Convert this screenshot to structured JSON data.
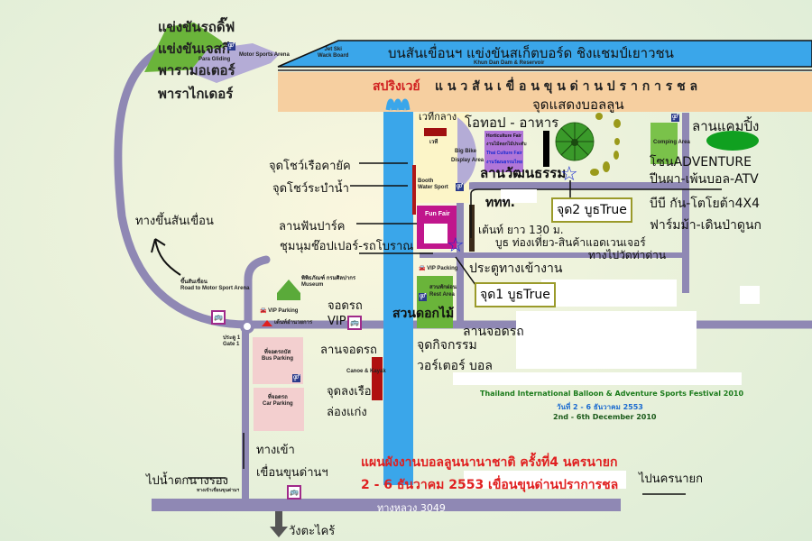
{
  "map": {
    "title_line1": "แผนผังงานบอลลูนนานาชาติ ครั้งที่4 นครนายก",
    "title_line2": "2 - 6 ธันวาคม 2553 เขื่อนขุนด่านปราการชล",
    "festival_en": "Thailand International Balloon & Adventure Sports Festival 2010",
    "festival_th_date": "วันที่ 2 - 6 ธันวาคม  2553",
    "festival_en_date": "2nd - 6th December 2010"
  },
  "top": {
    "motor_sports_labels": [
      "แข่งขันรถดิ๊ฟ",
      "แข่งขันเจสกี",
      "พารามอเตอร์",
      "พาราไกเดอร์"
    ],
    "para_gliding": "Para Gliding",
    "motor_sports_arena": "Motor Sports Arena",
    "jet_ski": "Jet Ski",
    "wake_board": "Wack Board",
    "dam_banner": "บนสันเขื่อนฯ แข่งขันสเก็ตบอร์ด ชิงแชมป์เยาวชน",
    "dam_banner_en": "Khun Dan Dam & Reservoir",
    "spillway": "สปริงเวย์",
    "dam_line": "แ น ว สั น เ ขื่ อ น ขุ น ด่ า น ป ร า ก า ร ช ล"
  },
  "center": {
    "main_stage": "เวทีกลาง",
    "stage_small": "เวที",
    "big_bike": "Big Bike",
    "display_area": "Display Area",
    "otop_food": "โอทอป - อาหาร",
    "horticulture": "Horticulture Fair",
    "horticulture_th": "งานไม้ดอกไม้ประดับ",
    "thai_culture": "Thai Culture Fair",
    "thai_culture_th": "งานวัฒนธรรมไทย",
    "culture_yard": "ลานวัฒนธรรม",
    "balloon_show": "จุดแสดงบอลลูน",
    "booth_water_sport": "Booth\nWater Sport",
    "fun_fair": "Fun Fair",
    "vip_parking_small": "VIP Packing",
    "rest_area_th": "สวนพักผ่อน",
    "rest_area": "Rest Area",
    "flower_garden": "สวนดอกไม้",
    "tat": "ททท.",
    "tent": "เต้นท์ ยาว 130 ม.",
    "booth_tourism": "บูธ ท่องเที่ยว-สินค้าแอดเวนเจอร์",
    "to_wat": "ทางไปวัดท่าด่าน",
    "entrance_gate": "ประตูทางเข้างาน",
    "true_booth_1": "จุด1 บูธTrue",
    "true_booth_2": "จุด2 บูธTrue",
    "parking_yard": "ลานจอดรถ",
    "activity_point": "จุดกิจกรรม",
    "water_ball": "วอร์เตอร์ บอล"
  },
  "right": {
    "camping_area": "Comping Area",
    "camping_yard": "ลานแคมปิ้ง",
    "adventure_zone": "โซนADVENTURE",
    "adventure_1": "ปีนผา-เพ้นบอล-ATV",
    "adventure_2": "บีบี กัน-โตโยต้า4X4",
    "adventure_3": "ฟาร์มม้า-เดินป่าดูนก"
  },
  "left": {
    "kayak_show": "จุดโชว์เรือคายัค",
    "water_ballet": "จุดโชว์ระบำน้ำ",
    "fun_park": "ลานฟันปาร์ค",
    "chopper_rally": "ชุมนุมช๊อปเปอร์-รถโบราณ",
    "to_dam_crest": "ทางขึ้นสันเขื่อน",
    "road_to_arena_th": "ขึ้นสันเขื่อน",
    "road_to_arena": "Road to Motor Sport Arena",
    "museum_th": "พิพิธภัณฑ์ กรมศิลปากร",
    "museum": "Museum",
    "parking": "จอดรถ",
    "vip_parking": "VIP Parking",
    "tent_office": "เต้นท์อำนวยการ",
    "vip": "VIP",
    "gate1_th": "ประตู 1",
    "gate1": "Gate 1",
    "parking_yard2": "ลานจอดรถ",
    "bus_parking_th": "ที่จอดรถบัส",
    "bus_parking": "Bus Parking",
    "car_parking_th": "ที่จอดรถ",
    "car_parking": "Car Parking",
    "canoe_kayak": "Canoe & Kayak",
    "boat_launch": "จุดลงเรือ",
    "rafting": "ล่องแก่ง",
    "entrance_dam_1": "ทางเข้า",
    "entrance_dam_2": "เขื่อนขุนด่านฯ"
  },
  "bottom": {
    "to_waterfall": "ไปน้ำตกนางรอง",
    "to_waterfall_small": "ทางเข้าเขื่อนขุนด่านฯ",
    "highway": "ทางหลวง 3049",
    "to_nakhon_nayok": "ไปนครนายก",
    "to_wang_takhrai": "วังตะไคร้"
  },
  "colors": {
    "road": "#8f88b4",
    "water": "#3aa6ea",
    "dam_band": "#f6cfa0",
    "green_zone": "#6ab43a",
    "fun_fair": "#c0168c",
    "title_red": "#e02020",
    "star_blue": "#1a2ad0"
  }
}
